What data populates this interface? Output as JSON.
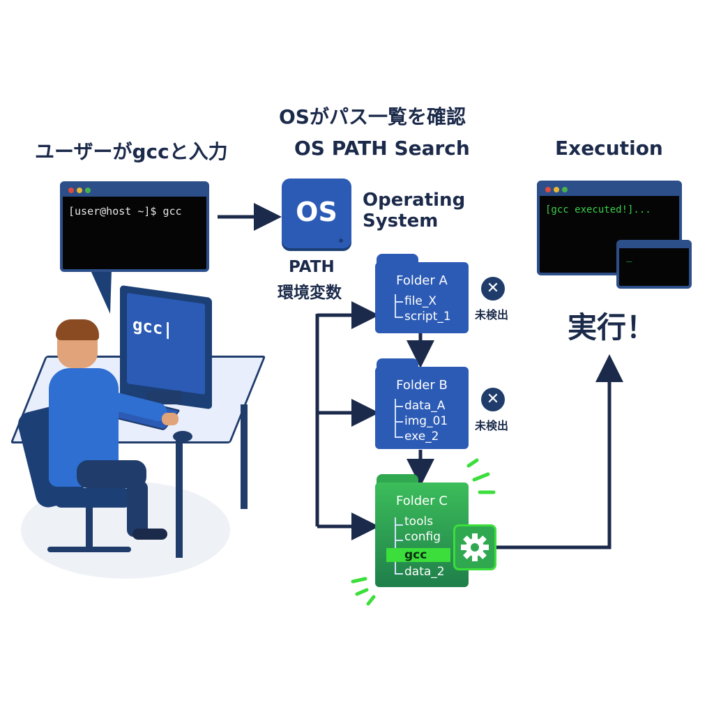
{
  "headings": {
    "user_typed": "ユーザーがgccと入力",
    "os_check": "OSがパス一覧を確認",
    "os_path_search": "OS PATH Search",
    "execution": "Execution"
  },
  "user_terminal": {
    "prompt": "[user@host ~]$ gcc"
  },
  "monitor_text": "gcc|",
  "os": {
    "icon_label": "OS",
    "name_line1": "Operating",
    "name_line2": "System",
    "path_label": "PATH",
    "env_var_label": "環境変数"
  },
  "folders": [
    {
      "name": "Folder A",
      "files": [
        "file_X",
        "script_1"
      ],
      "status": "未検出"
    },
    {
      "name": "Folder B",
      "files": [
        "data_A",
        "img_01",
        "exe_2"
      ],
      "status": "未検出"
    },
    {
      "name": "Folder C",
      "files": [
        "tools",
        "config",
        "gcc",
        "data_2"
      ],
      "status": ""
    }
  ],
  "exec_terminal": {
    "output": "[gcc executed!]...",
    "cursor": "_"
  },
  "exec_label": "実行！",
  "colors": {
    "navy": "#1b2a4a",
    "blue": "#2c5bb5",
    "green": "#2fa84f",
    "found": "#3bde3b",
    "terminal_green": "#3bd14a"
  },
  "icons": [
    "close-icon",
    "gear-icon",
    "os-icon"
  ]
}
